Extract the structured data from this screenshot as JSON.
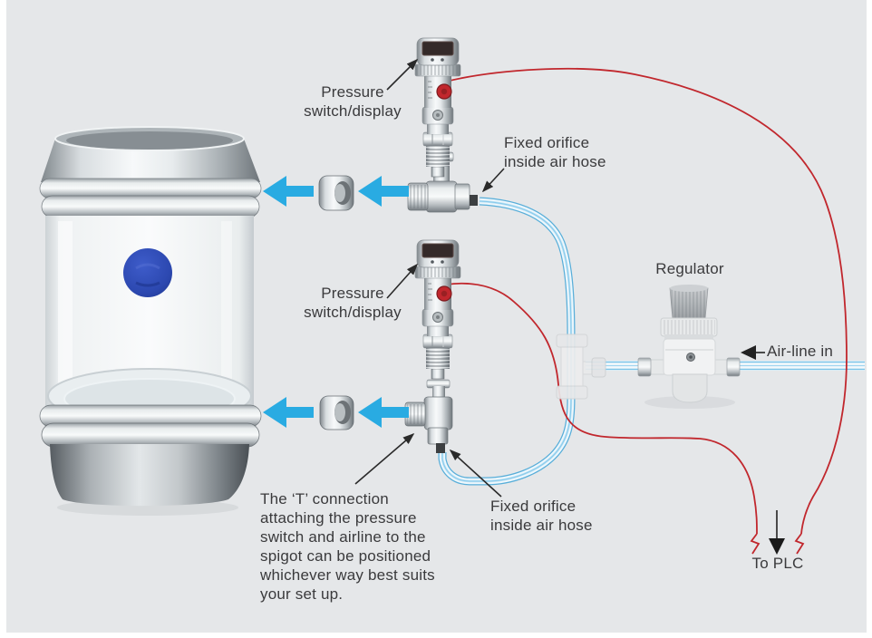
{
  "colors": {
    "background": "#e5e7e9",
    "page": "#ffffff",
    "arrow_blue": "#29abe2",
    "wire_red": "#c1272d",
    "hose_blue": "#58aed9",
    "annotation_black": "#2a2a2a",
    "text": "#3a3a3c",
    "logo_blue": "#2c48b0"
  },
  "labels": {
    "pressure_switch_top": "Pressure\nswitch/display",
    "pressure_switch_mid": "Pressure\nswitch/display",
    "fixed_orifice_top": "Fixed orifice\ninside air hose",
    "fixed_orifice_bottom": "Fixed orifice\ninside air hose",
    "regulator": "Regulator",
    "air_line_in": "Air-line in",
    "to_plc": "To PLC",
    "t_connection_note": "The ‘T’ connection attaching the pressure switch and airline to the spigot can be positioned whichever way best suits your set up."
  }
}
